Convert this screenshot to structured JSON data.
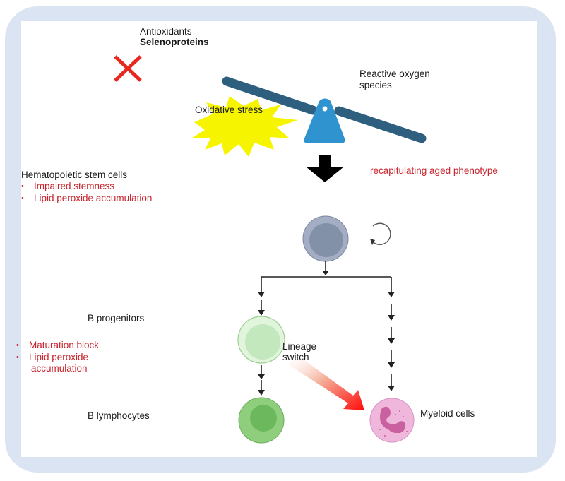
{
  "diagram": {
    "top": {
      "antioxidants_label": "Antioxidants",
      "selenoproteins_label": "Selenoproteins",
      "absence_marker_icon": "red-cross-icon",
      "oxidative_stress_label": "Oxidative stress",
      "ros_label_line1": "Reactive oxygen",
      "ros_label_line2": "species",
      "imbalance_icon": "seesaw-icon",
      "burst_icon": "yellow-starburst-icon",
      "result_arrow_icon": "down-arrow-icon",
      "outcome_label": "recapitulating aged phenotype"
    },
    "hsc": {
      "title": "Hematopoietic stem cells",
      "effects": [
        "Impaired stemness",
        "Lipid peroxide accumulation"
      ],
      "cell_icon": "stem-cell-icon",
      "self_renewal_icon": "circular-arrow-icon"
    },
    "b_progenitors": {
      "title": "B progenitors",
      "effects": [
        "Maturation block",
        "Lipid peroxide",
        "accumulation"
      ],
      "cell_icon": "b-progenitor-cell-icon"
    },
    "lineage_switch": {
      "label_line1": "Lineage",
      "label_line2": "switch",
      "arrow_icon": "gradient-arrow-icon"
    },
    "b_lymphocytes": {
      "title": "B lymphocytes",
      "cell_icon": "b-lymphocyte-icon"
    },
    "myeloid": {
      "title": "Myeloid cells",
      "cell_icon": "neutrophil-icon"
    },
    "colors": {
      "frame": "#dbe4f3",
      "seesaw_beam": "#2e5f7e",
      "seesaw_fulcrum": "#2f93cf",
      "burst": "#f7f400",
      "cross": "#e8281e",
      "effect_text": "#c8232c",
      "hsc_outer": "#a3adc4",
      "hsc_inner": "#8391a8",
      "progenitor_outer": "#e1f5dc",
      "progenitor_inner": "#c4e8bd",
      "lymphocyte_outer": "#8fce7d",
      "lymphocyte_inner": "#6cb85c",
      "myeloid_outer": "#efb7dc",
      "myeloid_nucleus": "#c9609f",
      "switch_arrow": "#f01010"
    }
  }
}
